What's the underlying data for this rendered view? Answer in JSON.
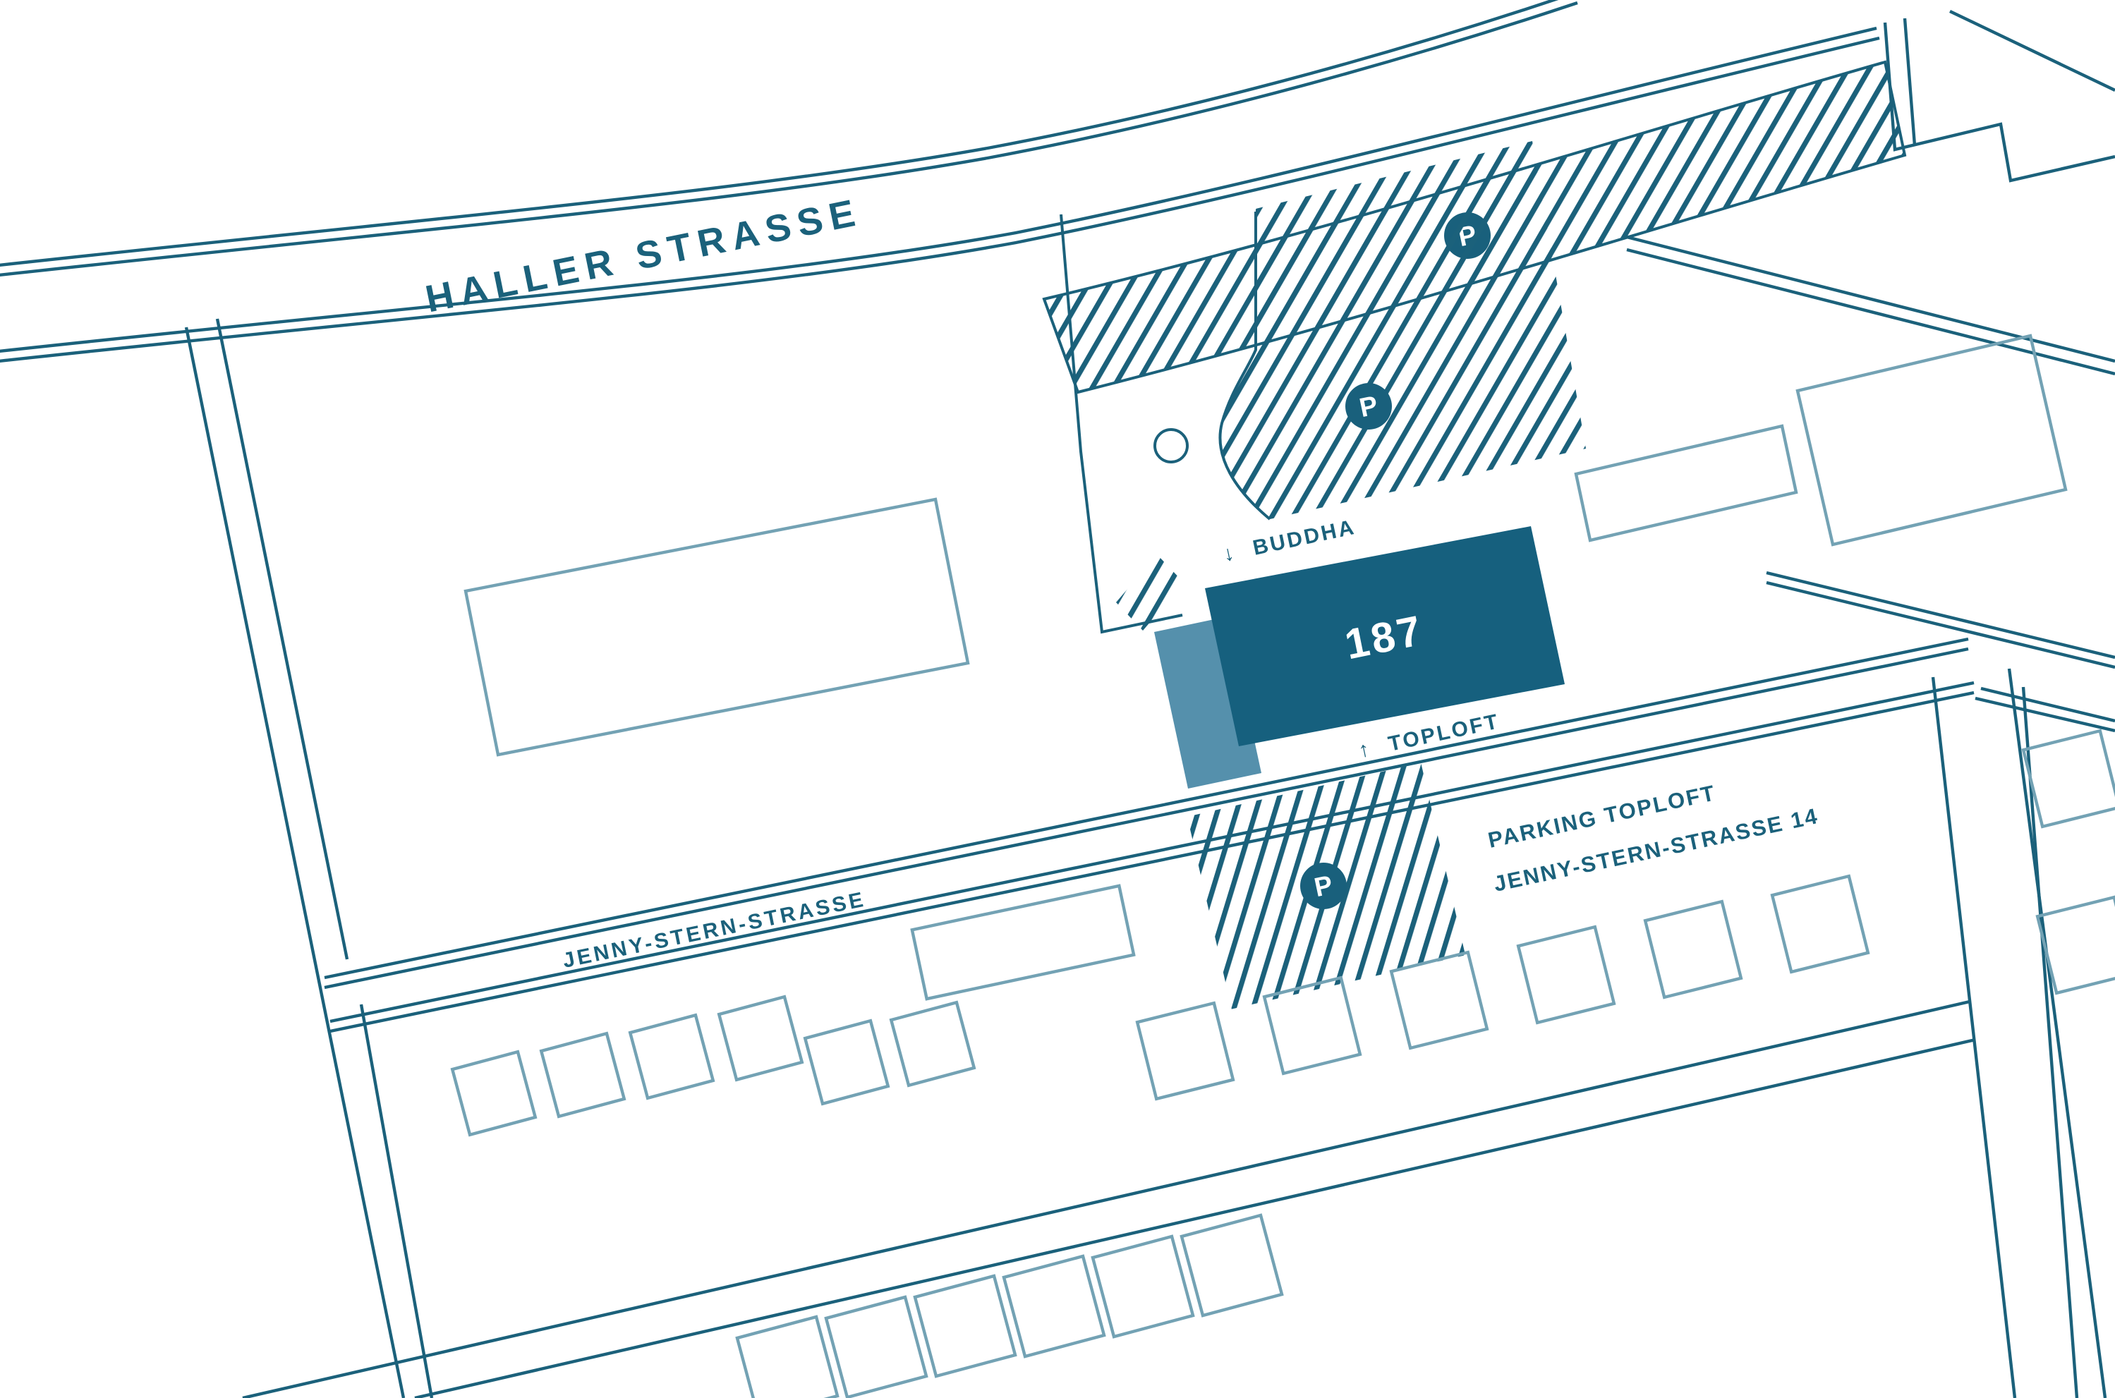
{
  "map": {
    "type": "site-location-plan",
    "labels": {
      "street_haller": "HALLER STRASSE",
      "street_jenny_stern": "JENNY-STERN-STRASSE",
      "building_number": "187",
      "buddha_arrow": "↓",
      "buddha": "BUDDHA",
      "toploft_arrow": "↑",
      "toploft": "TOPLOFT",
      "parking_line1": "PARKING TOPLOFT",
      "parking_line2": "JENNY-STERN-STRASSE 14"
    },
    "icons": {
      "parking_badge": "P"
    },
    "colors": {
      "line_dark": "#1B617B",
      "building_highlight": "#16607E",
      "building_annex": "#5590AC",
      "outline_light": "#73A2B4",
      "background": "#FFFFFF",
      "badge_text": "#FFFFFF"
    }
  }
}
